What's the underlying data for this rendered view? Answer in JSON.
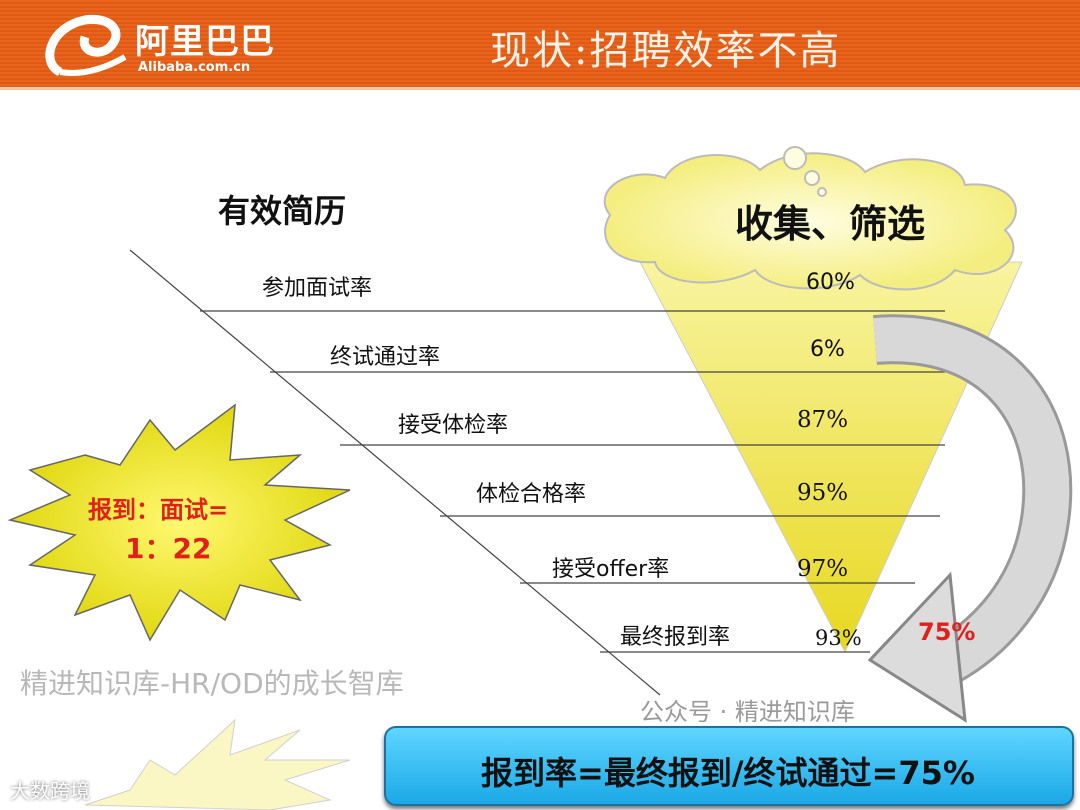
{
  "header": {
    "logo_cn": "阿里巴巴",
    "logo_en": "Alibaba.com.cn",
    "title": "现状:招聘效率不高"
  },
  "left_heading": "有效简历",
  "cloud_heading": "收集、筛选",
  "rows": [
    {
      "label": "参加面试率",
      "value": "60%"
    },
    {
      "label": "终试通过率",
      "value": "6%"
    },
    {
      "label": "接受体检率",
      "value": "87%"
    },
    {
      "label": "体检合格率",
      "value": "95%"
    },
    {
      "label": "接受offer率",
      "value": "97%"
    },
    {
      "label": "最终报到率",
      "value": "93%"
    }
  ],
  "overall_rate": "75%",
  "starburst": {
    "line1": "报到：面试=",
    "line2": "1：22"
  },
  "formula": "报到率=最终报到/终试通过=75%",
  "watermarks": {
    "center": "精进知识库-HR/OD的成长智库",
    "wechat": "公众号 · 精进知识库",
    "corner": "大数跨境"
  },
  "colors": {
    "header": "#e05a16",
    "funnel": "#f5ee7a",
    "formula_box": "#2bb8f0",
    "accent_red": "#e0201c"
  }
}
